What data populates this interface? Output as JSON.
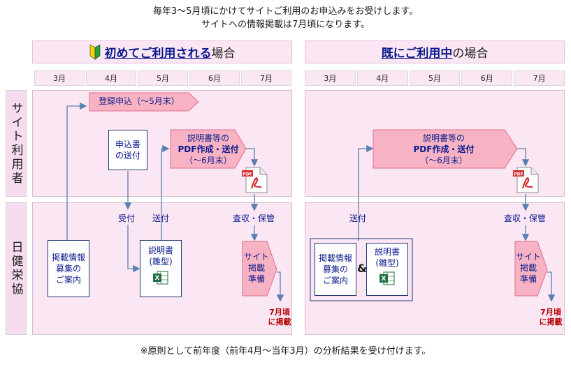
{
  "intro": {
    "line1": "毎年3～5月頃にかけてサイトご利用のお申込みをお受けします。",
    "line2": "サイトへの情報掲載は7月頃になります。"
  },
  "left_panel": {
    "title_em": "初めてご利用される",
    "title_rest": "場合",
    "months": [
      "3月",
      "4月",
      "5月",
      "6月",
      "7月"
    ]
  },
  "right_panel": {
    "title_em": "既にご利用中",
    "title_rest": "の場合",
    "months": [
      "3月",
      "4月",
      "5月",
      "6月",
      "7月"
    ]
  },
  "rows": {
    "site_user": "サイト利用者",
    "nikken": "日健栄協"
  },
  "left": {
    "register": "登録申込（～5月末）",
    "send_form_1": "申込書",
    "send_form_2": "の送付",
    "pdf_1": "説明書等の",
    "pdf_2": "PDF作成・送付",
    "pdf_3": "（～6月末）",
    "receive": "受付",
    "send": "送付",
    "collect": "査収・保管",
    "info_1": "掲載情報",
    "info_2": "募集の",
    "info_3": "ご案内",
    "manual_1": "説明書",
    "manual_2": "(雛型)",
    "site_1": "サイト",
    "site_2": "掲載",
    "site_3": "準備",
    "july_1": "7月頃",
    "july_2": "に掲載"
  },
  "right": {
    "pdf_1": "説明書等の",
    "pdf_2": "PDF作成・送付",
    "pdf_3": "（～6月末）",
    "send": "送付",
    "collect": "査収・保管",
    "info_1": "掲載情報",
    "info_2": "募集の",
    "info_3": "ご案内",
    "amp": "&",
    "manual_1": "説明書",
    "manual_2": "(雛型)",
    "site_1": "サイト",
    "site_2": "掲載",
    "site_3": "準備",
    "july_1": "7月頃",
    "july_2": "に掲載"
  },
  "footer": "※原則として前年度（前年4月～当年3月）の分析結果を受け付けます。",
  "colors": {
    "panel_bg": "#fbe6f4",
    "arrow_fill": "#f7b3c3",
    "text_blue": "#0a1a8c",
    "red": "#b40000"
  },
  "icons": [
    "beginner-mark-icon",
    "pdf-icon",
    "excel-icon"
  ]
}
